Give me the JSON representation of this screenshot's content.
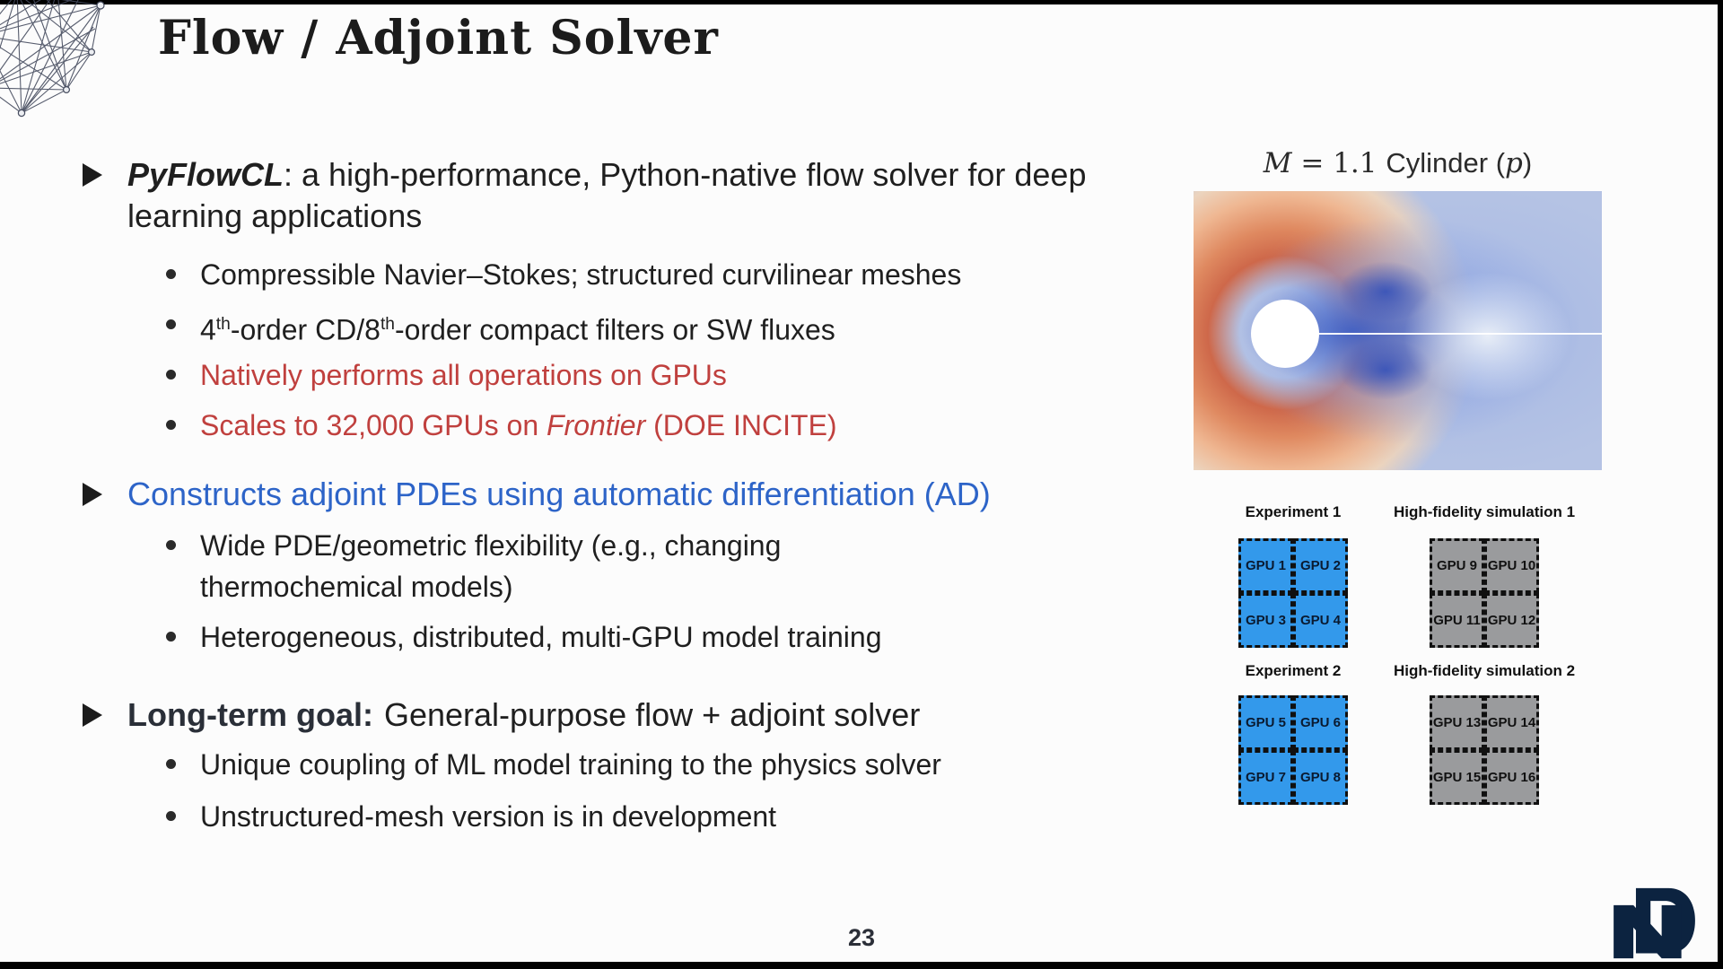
{
  "title": "Flow / Adjoint Solver",
  "page_number": "23",
  "bullet1": {
    "lead": "PyFlowCL",
    "rest": ": a high-performance, Python-native flow solver for deep learning applications",
    "sub1": "Compressible Navier–Stokes; structured curvilinear meshes",
    "sub2": {
      "a": "4",
      "a_sup": "th",
      "b": "-order CD/8",
      "b_sup": "th",
      "c": "-order compact filters or SW fluxes"
    },
    "sub3": "Natively performs all operations on GPUs",
    "sub4": {
      "a": "Scales to 32,000 GPUs on ",
      "em": "Frontier",
      "b": " (DOE INCITE)"
    }
  },
  "bullet2": {
    "lead": "Constructs adjoint PDEs using automatic differentiation (AD)",
    "sub1": "Wide PDE/geometric flexibility (e.g., changing thermochemical models)",
    "sub2": "Heterogeneous, distributed, multi-GPU model training"
  },
  "bullet3": {
    "lead": "Long-term goal:",
    "rest": "General-purpose flow + adjoint solver",
    "sub1": "Unique coupling of ML model training to the physics solver",
    "sub2": "Unstructured-mesh version is in development"
  },
  "figure": {
    "caption": {
      "m": "M",
      "eq": " = 1.1 ",
      "text": "Cylinder (",
      "p": "p",
      "close": ")"
    }
  },
  "gpu_panels": [
    {
      "label": "Experiment 1",
      "style": "experiment",
      "gpus": [
        "GPU 1",
        "GPU 2",
        "GPU 3",
        "GPU 4"
      ]
    },
    {
      "label": "High-fidelity simulation 1",
      "style": "simulation",
      "gpus": [
        "GPU 9",
        "GPU 10",
        "GPU 11",
        "GPU 12"
      ]
    },
    {
      "label": "Experiment 2",
      "style": "experiment",
      "gpus": [
        "GPU 5",
        "GPU 6",
        "GPU 7",
        "GPU 8"
      ]
    },
    {
      "label": "High-fidelity simulation 2",
      "style": "simulation",
      "gpus": [
        "GPU 13",
        "GPU 14",
        "GPU 15",
        "GPU 16"
      ]
    }
  ],
  "colors": {
    "red_text": "#c0403e",
    "blue_text": "#2d64c8",
    "gpu_blue": "#3399eb",
    "gpu_gray": "#9a9b9d",
    "nd_navy": "#0c2340",
    "flow_background_blue": "#b5c3e4",
    "flow_shock_orange": "#ce684a",
    "flow_wake_blue": "#3e5ec3"
  }
}
